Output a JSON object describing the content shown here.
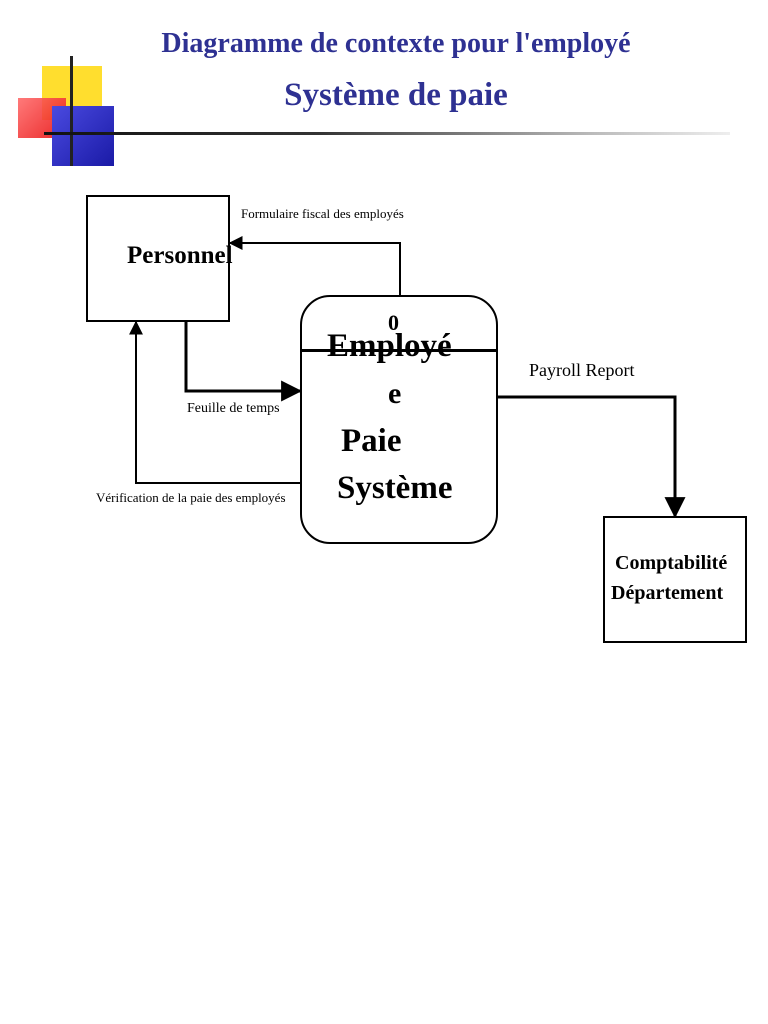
{
  "header": {
    "title": "Diagramme de contexte pour l'employé",
    "subtitle": "Système de paie"
  },
  "entities": {
    "personnel": "Personnel",
    "accounting_line1": "Comptabilité",
    "accounting_line2": "Département"
  },
  "process": {
    "number": "0",
    "line1": "Employé",
    "line2": "e",
    "line3": "Paie",
    "line4": "Système"
  },
  "flows": {
    "fiscal_form": "Formulaire fiscal des employés",
    "timesheet": "Feuille de temps",
    "pay_verification": "Vérification de la paie des employés",
    "payroll_report": "Payroll Report"
  }
}
